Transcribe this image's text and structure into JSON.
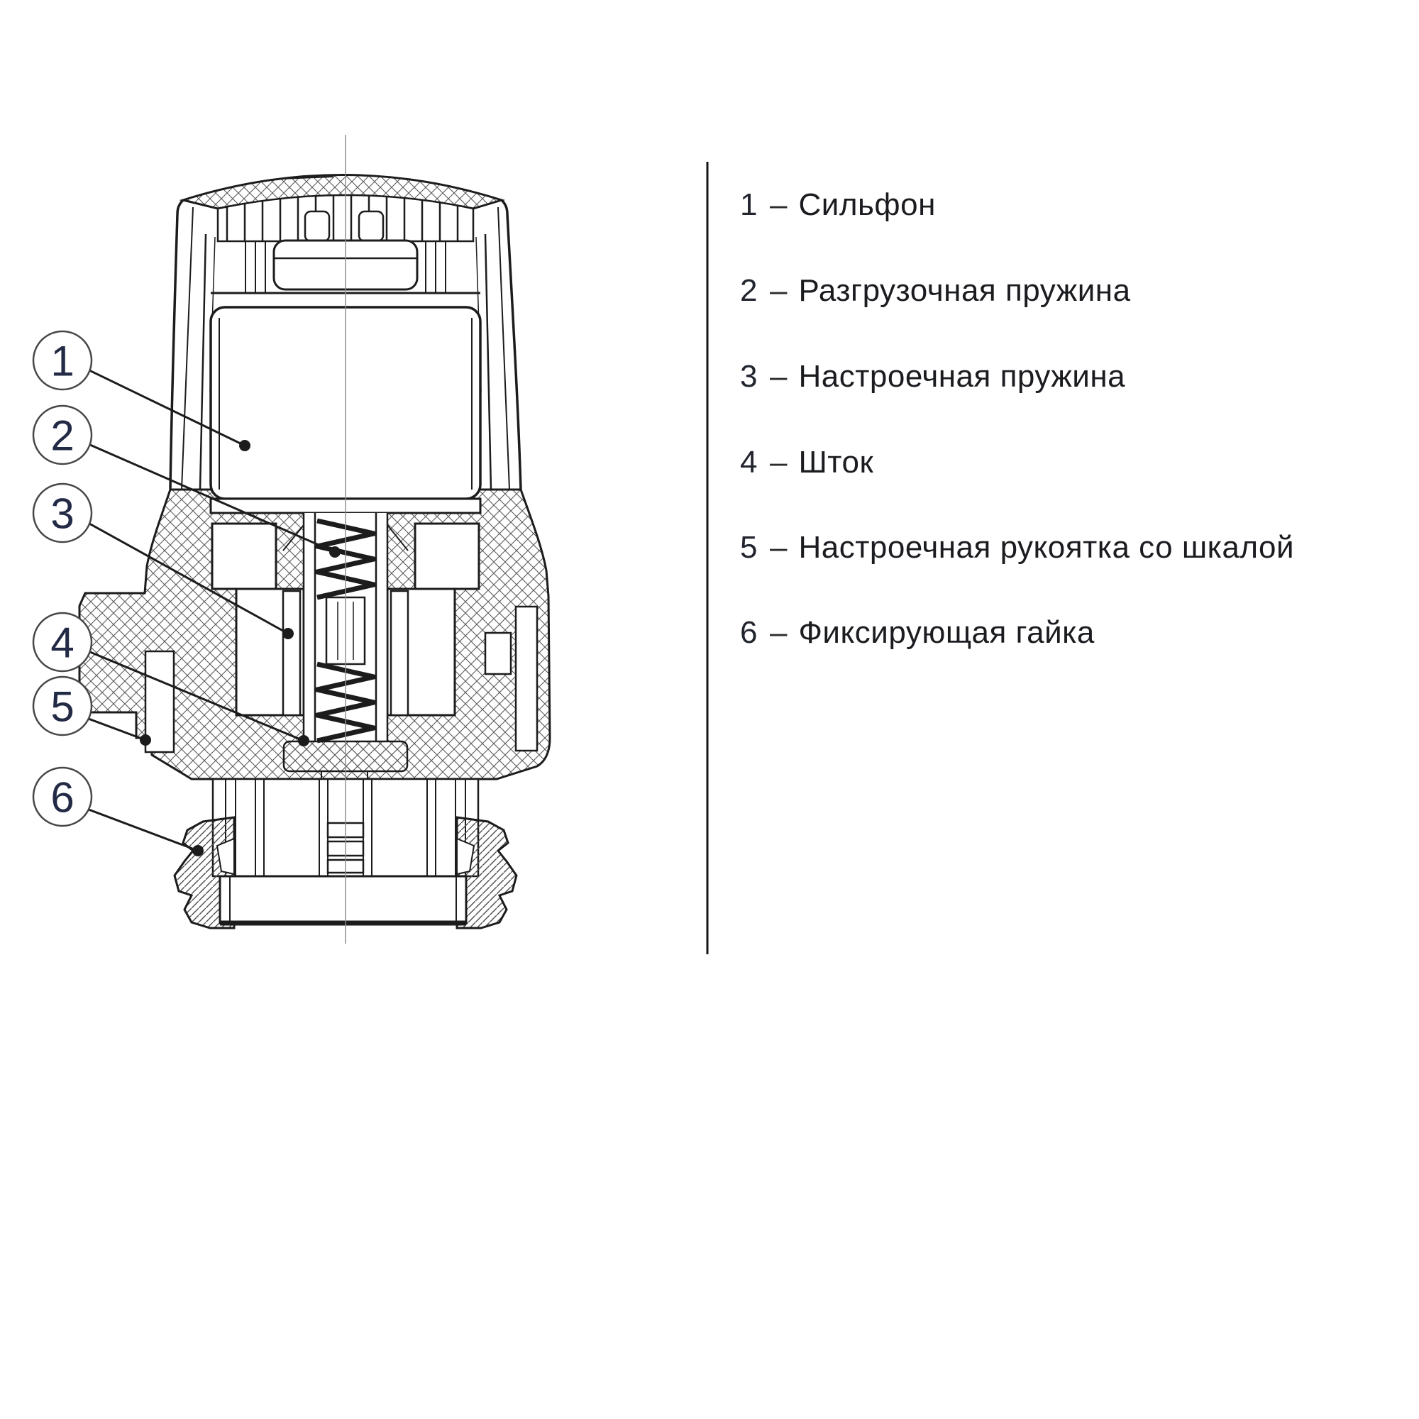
{
  "page": {
    "background": "#ffffff",
    "description_colors": {
      "drawing_line": "#1c1c1c",
      "hatch_line": "#5a5a5a",
      "centerline": "#8f8f8f",
      "callout_digit": "#232a45",
      "legend_text": "#1b1c20",
      "divider_line": "#161616"
    }
  },
  "diagram": {
    "callouts": [
      {
        "label": "1"
      },
      {
        "label": "2"
      },
      {
        "label": "3"
      },
      {
        "label": "4"
      },
      {
        "label": "5"
      },
      {
        "label": "6"
      }
    ]
  },
  "legend": {
    "items": [
      {
        "number": "1",
        "separator": "–",
        "label": "Сильфон"
      },
      {
        "number": "2",
        "separator": "–",
        "label": "Разгрузочная пружина"
      },
      {
        "number": "3",
        "separator": "–",
        "label": "Настроечная пружина"
      },
      {
        "number": "4",
        "separator": "–",
        "label": "Шток"
      },
      {
        "number": "5",
        "separator": "–",
        "label": "Настроечная рукоятка со шкалой"
      },
      {
        "number": "6",
        "separator": "–",
        "label": "Фиксирующая гайка"
      }
    ]
  }
}
